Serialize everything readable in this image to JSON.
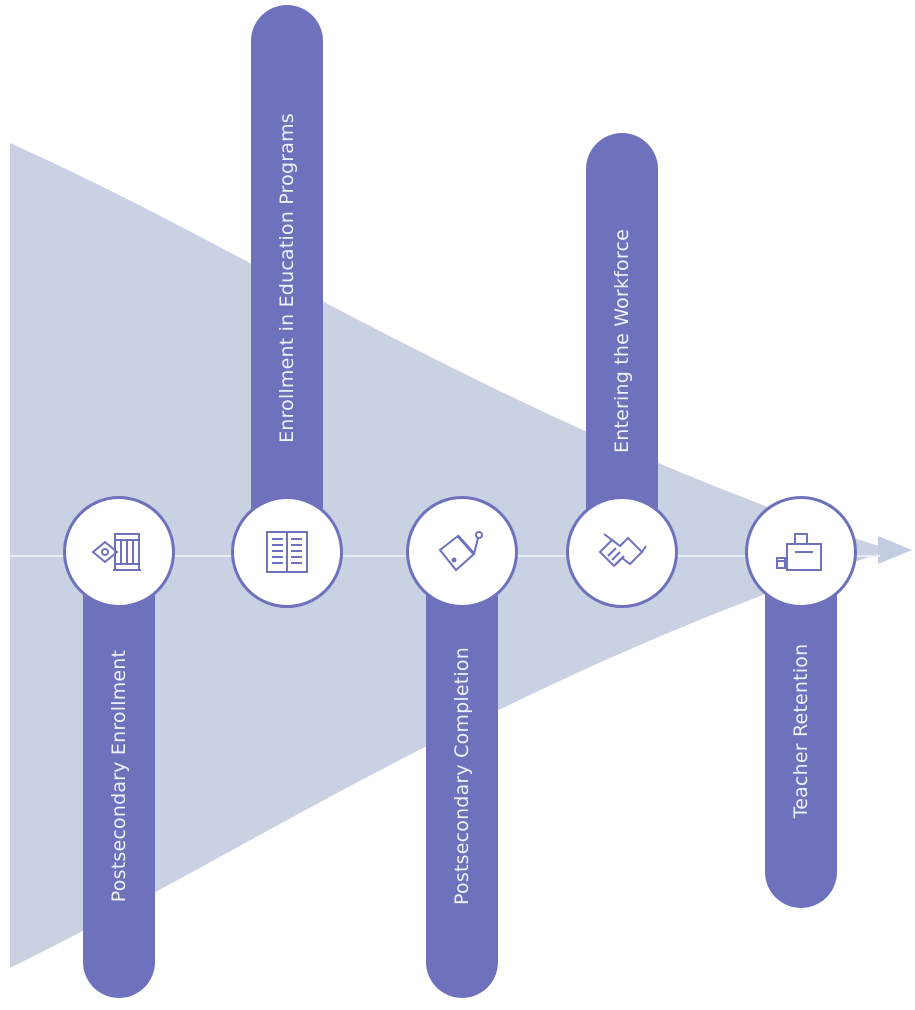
{
  "colors": {
    "accent": "#6e71bb",
    "funnel": "#c3cce0",
    "label_text": "#eef0fb"
  },
  "stages": [
    {
      "label": "Postsecondary Enrollment",
      "icon": "school-building-icon"
    },
    {
      "label": "Enrollment in Education Programs",
      "icon": "open-book-icon"
    },
    {
      "label": "Postsecondary Completion",
      "icon": "graduation-cap-icon"
    },
    {
      "label": "Entering the Workforce",
      "icon": "handshake-icon"
    },
    {
      "label": "Teacher Retention",
      "icon": "teacher-desk-icon"
    }
  ]
}
